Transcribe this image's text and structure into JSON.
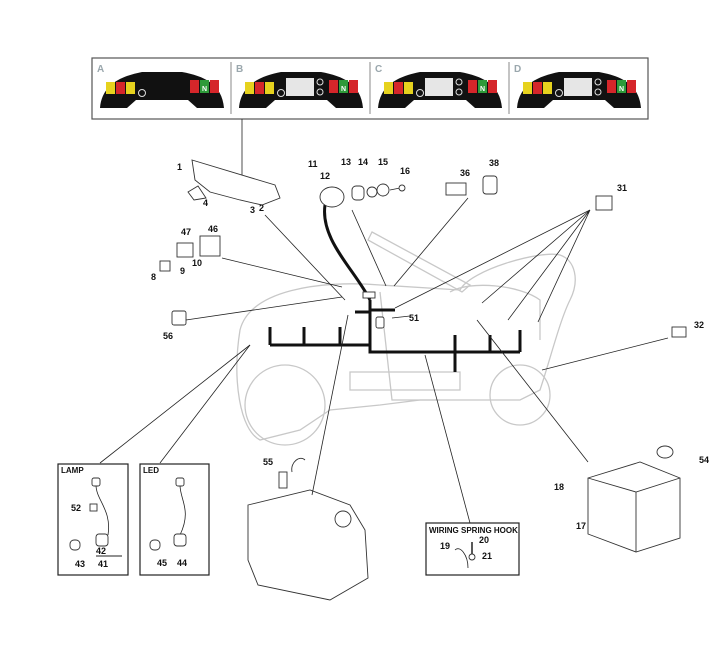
{
  "dashboard_variants": [
    "A",
    "B",
    "C",
    "D"
  ],
  "dashboard_indicator_letter": "N",
  "colors": {
    "yellow": "#e6d21e",
    "red": "#d5262a",
    "green": "#2e9a3a",
    "body": "#111111",
    "screen": "#e6e6e6"
  },
  "callouts": [
    "1",
    "2",
    "3",
    "4",
    "8",
    "9",
    "10",
    "11",
    "12",
    "13",
    "14",
    "15",
    "16",
    "17",
    "18",
    "19",
    "20",
    "21",
    "31",
    "32",
    "36",
    "38",
    "41",
    "42",
    "43",
    "44",
    "45",
    "46",
    "47",
    "51",
    "52",
    "54",
    "55",
    "56"
  ],
  "insets": {
    "lamp": "LAMP",
    "led": "LED",
    "spring_hook": "WIRING SPRING HOOK"
  }
}
